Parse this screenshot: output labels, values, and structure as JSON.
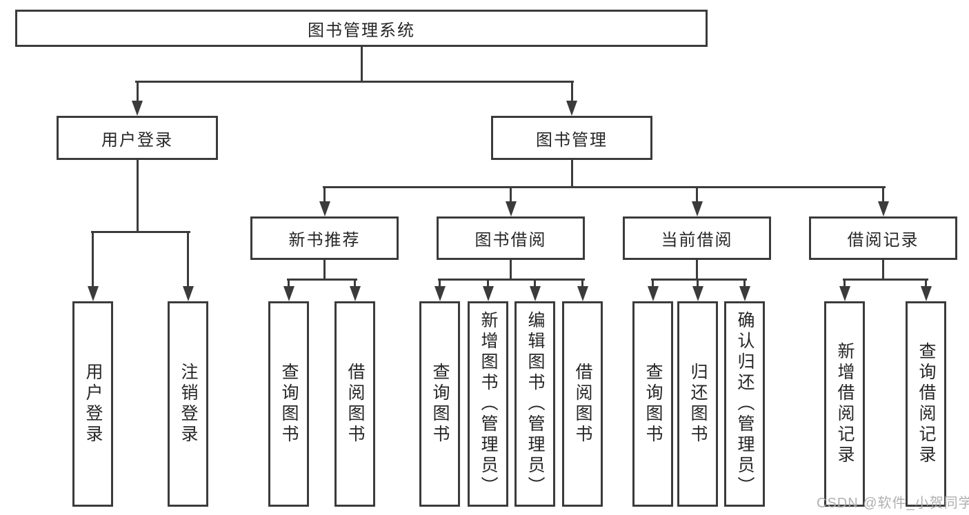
{
  "diagram_title": "图书管理系统",
  "colors": {
    "line": "#3b3b3b",
    "text": "#262626",
    "background": "#ffffff",
    "watermark": "#acacac"
  },
  "tree": {
    "root": "图书管理系统",
    "children": [
      {
        "label": "用户登录",
        "children": [
          {
            "label": "用户登录"
          },
          {
            "label": "注销登录"
          }
        ]
      },
      {
        "label": "图书管理",
        "children": [
          {
            "label": "新书推荐",
            "children": [
              {
                "label": "查询图书"
              },
              {
                "label": "借阅图书"
              }
            ]
          },
          {
            "label": "图书借阅",
            "children": [
              {
                "label": "查询图书"
              },
              {
                "label": "新增图书（管理员）"
              },
              {
                "label": "编辑图书（管理员）"
              },
              {
                "label": "借阅图书"
              }
            ]
          },
          {
            "label": "当前借阅",
            "children": [
              {
                "label": "查询图书"
              },
              {
                "label": "归还图书"
              },
              {
                "label": "确认归还（管理员）"
              }
            ]
          },
          {
            "label": "借阅记录",
            "children": [
              {
                "label": "新增借阅记录"
              },
              {
                "label": "查询借阅记录"
              }
            ]
          }
        ]
      }
    ]
  },
  "watermark": {
    "text": "CSDN @软件_小贺同学"
  }
}
